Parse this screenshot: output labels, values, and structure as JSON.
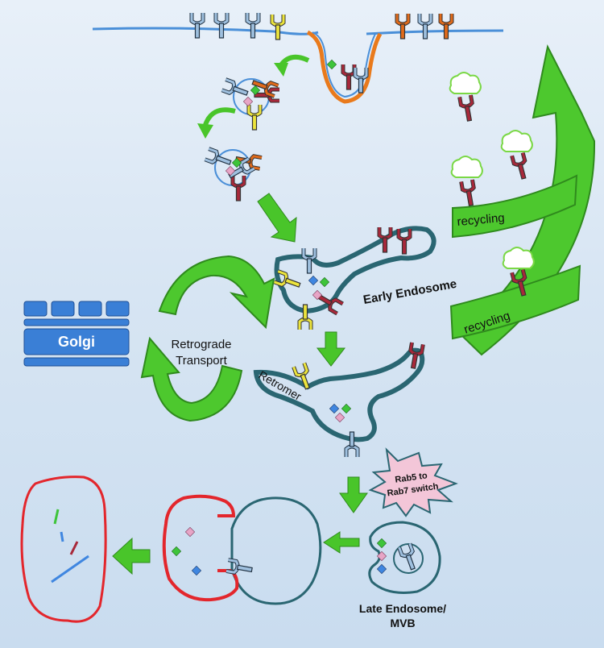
{
  "labels": {
    "golgi": "Golgi",
    "retrograde_line1": "Retrograde",
    "retrograde_line2": "Transport",
    "retromer": "Retromer",
    "early_endosome": "Early Endosome",
    "recycling_1": "recycling",
    "recycling_2": "recycling",
    "rab_line1": "Rab5 to",
    "rab_line2": "Rab7 switch",
    "late_line1": "Late Endosome/",
    "late_line2": "MVB"
  },
  "colors": {
    "arrow_green": "#49c52a",
    "arrow_dark": "#2f8a1d",
    "membrane_blue": "#4a8fd8",
    "endosome_teal": "#2a6672",
    "lysosome_red": "#e3262c",
    "receptor_blue": "#8fb3d6",
    "receptor_yellow": "#e8e23a",
    "receptor_orange": "#e06a1a",
    "receptor_red": "#a8283a",
    "golgi_blue": "#3a7fd6",
    "starburst_pink": "#f3c6d8"
  }
}
